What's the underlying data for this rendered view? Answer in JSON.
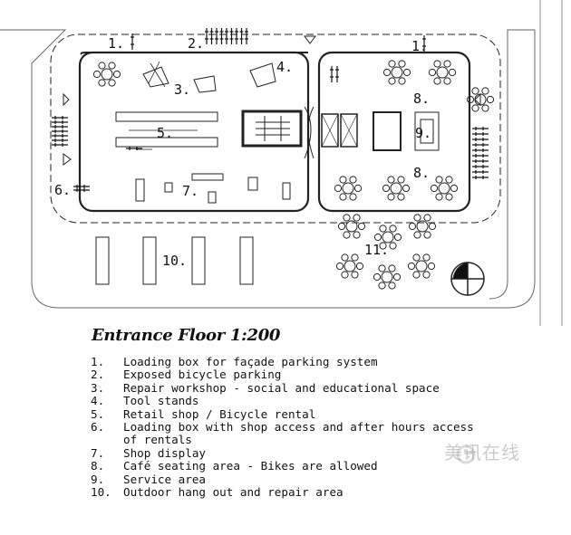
{
  "plan": {
    "labels": [
      {
        "key": "l1a",
        "text": "1."
      },
      {
        "key": "l2",
        "text": "2."
      },
      {
        "key": "l1b",
        "text": "1."
      },
      {
        "key": "l4",
        "text": "4."
      },
      {
        "key": "l3",
        "text": "3."
      },
      {
        "key": "l8a",
        "text": "8."
      },
      {
        "key": "l5",
        "text": "5."
      },
      {
        "key": "l9",
        "text": "9."
      },
      {
        "key": "l8b",
        "text": "8."
      },
      {
        "key": "l6",
        "text": "6."
      },
      {
        "key": "l7",
        "text": "7."
      },
      {
        "key": "l11",
        "text": "11."
      },
      {
        "key": "l10",
        "text": "10."
      }
    ]
  },
  "title": "Entrance Floor 1:200",
  "legend": [
    {
      "num": "1.",
      "text": "Loading box for façade parking system"
    },
    {
      "num": "2.",
      "text": "Exposed bicycle parking"
    },
    {
      "num": "3.",
      "text": "Repair workshop - social and educational space"
    },
    {
      "num": "4.",
      "text": "Tool stands"
    },
    {
      "num": "5.",
      "text": "Retail shop / Bicycle rental"
    },
    {
      "num": "6.",
      "text": "Loading box with shop access and after hours access"
    },
    {
      "num": "",
      "text": "of rentals"
    },
    {
      "num": "7.",
      "text": "Shop display"
    },
    {
      "num": "8.",
      "text": "Café seating area - Bikes are allowed"
    },
    {
      "num": "9.",
      "text": "Service area"
    },
    {
      "num": "10.",
      "text": "Outdoor hang out and repair area"
    }
  ],
  "watermark": "美讯在线"
}
